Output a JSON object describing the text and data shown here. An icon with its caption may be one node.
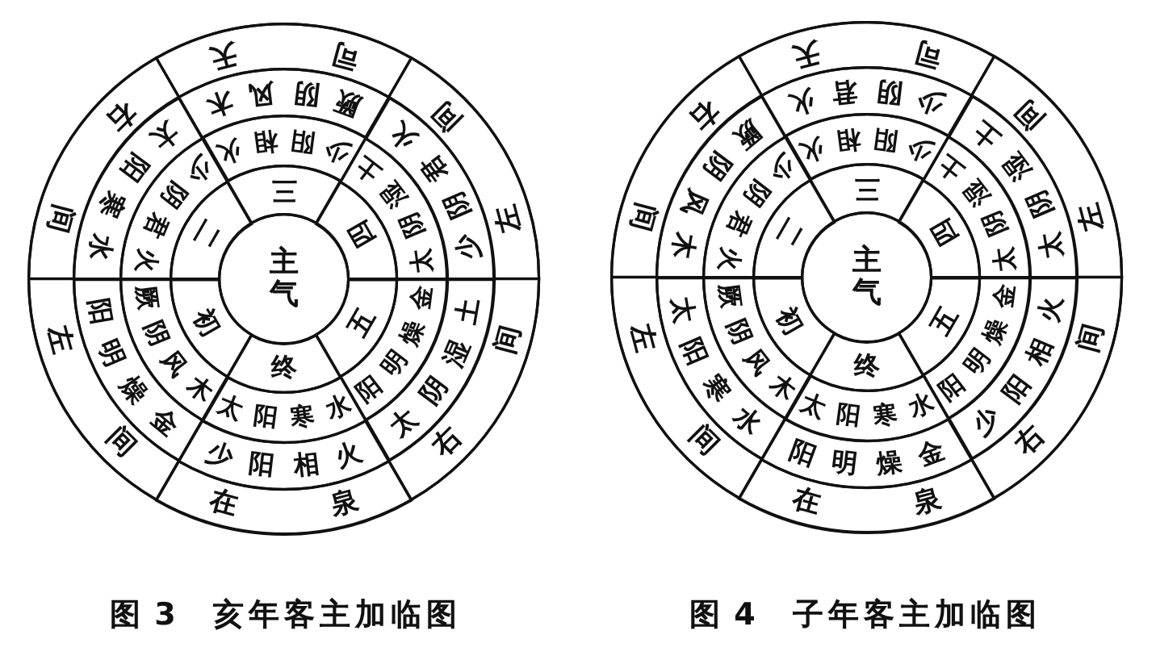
{
  "diagram": {
    "nodes": [
      {
        "text": [],
        "shape": "circle",
        "beside": [
          "图 3",
          "亥年客主加临图"
        ]
      },
      {
        "text": [
          "主气"
        ],
        "in": 0
      },
      {
        "text": [
          "初"
        ],
        "in": 0
      },
      {
        "text": [
          "二"
        ],
        "in": 0
      },
      {
        "text": [
          "三"
        ],
        "in": 0
      },
      {
        "text": [
          "四"
        ],
        "in": 0
      },
      {
        "text": [
          "五"
        ],
        "in": 0
      },
      {
        "text": [
          "终"
        ],
        "in": 0
      },
      {
        "text": [
          "厥阴风木"
        ],
        "in": 0
      },
      {
        "text": [
          "少阴君火"
        ],
        "in": 0
      },
      {
        "text": [
          "少阳相火"
        ],
        "in": 0
      },
      {
        "text": [
          "太阴湿土"
        ],
        "in": 0
      },
      {
        "text": [
          "阳明燥金"
        ],
        "in": 0
      },
      {
        "text": [
          "太阳寒水"
        ],
        "in": 0
      },
      {
        "text": [
          "阳明燥金"
        ],
        "in": 0
      },
      {
        "text": [
          "太阳寒水"
        ],
        "in": 0
      },
      {
        "text": [
          "厥阴风木"
        ],
        "in": 0
      },
      {
        "text": [
          "少阴君火"
        ],
        "in": 0
      },
      {
        "text": [
          "太阴湿土"
        ],
        "in": 0
      },
      {
        "text": [
          "少阳相火"
        ],
        "in": 0
      },
      {
        "text": [
          "左间"
        ],
        "in": 0
      },
      {
        "text": [
          "右间"
        ],
        "in": 0
      },
      {
        "text": [
          "司天"
        ],
        "in": 0
      },
      {
        "text": [
          "左间"
        ],
        "in": 0
      },
      {
        "text": [
          "右间"
        ],
        "in": 0
      },
      {
        "text": [
          "在泉"
        ],
        "in": 0
      },
      {
        "text": [],
        "shape": "circle",
        "beside": [
          "图 4",
          "子年客主加临图"
        ]
      },
      {
        "text": [
          "主气"
        ],
        "in": 26
      },
      {
        "text": [
          "初"
        ],
        "in": 26
      },
      {
        "text": [
          "二"
        ],
        "in": 26
      },
      {
        "text": [
          "三"
        ],
        "in": 26
      },
      {
        "text": [
          "四"
        ],
        "in": 26
      },
      {
        "text": [
          "五"
        ],
        "in": 26
      },
      {
        "text": [
          "终"
        ],
        "in": 26
      },
      {
        "text": [
          "厥阴风木"
        ],
        "in": 26
      },
      {
        "text": [
          "少阴君火"
        ],
        "in": 26
      },
      {
        "text": [
          "少阳相火"
        ],
        "in": 26
      },
      {
        "text": [
          "太阴湿土"
        ],
        "in": 26
      },
      {
        "text": [
          "阳明燥金"
        ],
        "in": 26
      },
      {
        "text": [
          "太阳寒水"
        ],
        "in": 26
      },
      {
        "text": [
          "太阳寒水"
        ],
        "in": 26
      },
      {
        "text": [
          "厥阴风木"
        ],
        "in": 26
      },
      {
        "text": [
          "少阴君火"
        ],
        "in": 26
      },
      {
        "text": [
          "太阴湿土"
        ],
        "in": 26
      },
      {
        "text": [
          "少阳相火"
        ],
        "in": 26
      },
      {
        "text": [
          "阳明燥金"
        ],
        "in": 26
      },
      {
        "text": [
          "左间"
        ],
        "in": 26
      },
      {
        "text": [
          "右间"
        ],
        "in": 26
      },
      {
        "text": [
          "司天"
        ],
        "in": 26
      },
      {
        "text": [
          "左间"
        ],
        "in": 26
      },
      {
        "text": [
          "右间"
        ],
        "in": 26
      },
      {
        "text": [
          "在泉"
        ],
        "in": 26
      }
    ]
  }
}
